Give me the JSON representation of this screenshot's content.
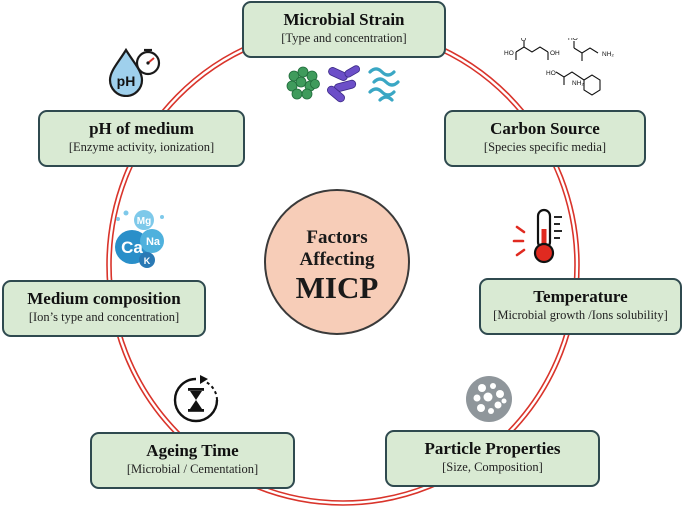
{
  "center": {
    "line1": "Factors",
    "line2": "Affecting",
    "line3": "MICP"
  },
  "factors": [
    {
      "title": "Microbial Strain",
      "subtitle": "[Type and concentration]"
    },
    {
      "title": "Carbon Source",
      "subtitle": "[Species specific media]"
    },
    {
      "title": "Temperature",
      "subtitle": "[Microbial growth /Ions solubility]"
    },
    {
      "title": "Particle Properties",
      "subtitle": "[Size, Composition]"
    },
    {
      "title": "Ageing Time",
      "subtitle": "[Microbial / Cementation]"
    },
    {
      "title": "Medium composition",
      "subtitle": "[Ion’s type and concentration]"
    },
    {
      "title": "pH of medium",
      "subtitle": "[Enzyme activity, ionization]"
    }
  ],
  "icons": {
    "ph": {
      "text": "pH",
      "name": "ph-drop-gauge-icon"
    },
    "ions": {
      "ca": "Ca",
      "mg": "Mg",
      "na": "Na",
      "k": "K",
      "name": "ion-droplets-icon"
    },
    "microbes": {
      "name": "bacteria-cluster-icon"
    },
    "carbon": {
      "nh2": "NH₂",
      "oh": "OH",
      "ho": "HO",
      "o": "O",
      "name": "carbon-molecules-icon"
    },
    "thermometer": {
      "name": "thermometer-icon"
    },
    "particle": {
      "name": "particle-sphere-icon"
    },
    "hourglass": {
      "name": "hourglass-timer-icon"
    }
  },
  "colors": {
    "ring": "#d9342b",
    "box_fill": "#d9ead3",
    "box_border": "#2f4a4f",
    "center_fill": "#f7cdb8"
  }
}
